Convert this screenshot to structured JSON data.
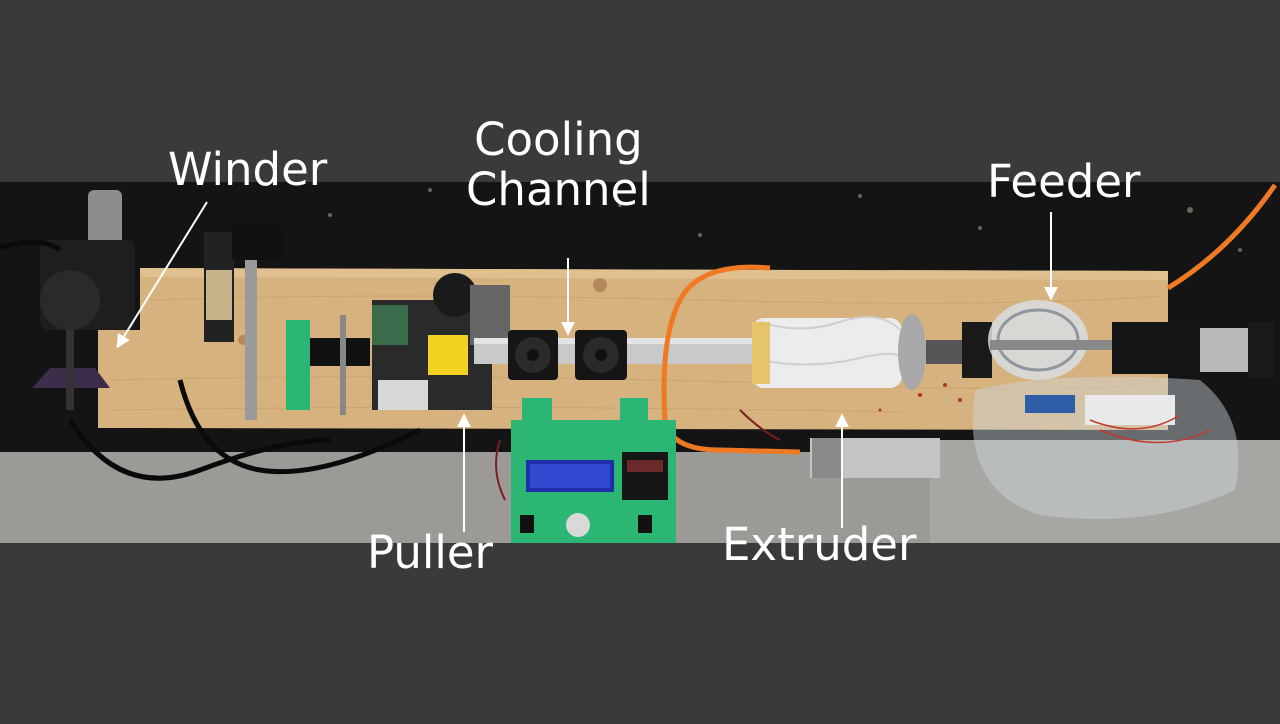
{
  "labels": {
    "winder": "Winder",
    "cooling_line1": "Cooling",
    "cooling_line2": "Channel",
    "feeder": "Feeder",
    "puller": "Puller",
    "extruder": "Extruder"
  },
  "colors": {
    "background": "#3a3a3c",
    "label_text": "#ffffff",
    "wood_board": "#d6b27e",
    "controller_box": "#2bb673",
    "orange_cable": "#f07a24"
  }
}
